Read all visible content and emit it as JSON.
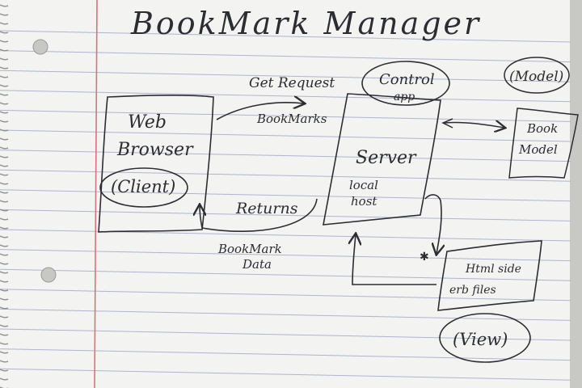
{
  "title": "BookMark Manager",
  "nodes": {
    "browser": {
      "line1": "Web",
      "line2": "Browser",
      "line3": "(Client)"
    },
    "server": {
      "label": "Server",
      "sub1": "local",
      "sub2": "host"
    },
    "controller": {
      "line1": "Control",
      "line2": "app"
    },
    "model_tag": "(Model)",
    "model_box": {
      "line1": "Book",
      "line2": "Model"
    },
    "view_box": {
      "line1": "Html side",
      "line2": "erb files"
    },
    "view_tag": "(View)"
  },
  "edges": {
    "request": {
      "line1": "Get Request",
      "line2": "BookMarks"
    },
    "returns": "Returns",
    "bookmark_data": {
      "line1": "BookMark",
      "line2": "Data"
    }
  },
  "colors": {
    "paper": "#f3f3f1",
    "rule": "#aab7cd",
    "margin": "#d4747d",
    "ink": "#2c2d33"
  }
}
